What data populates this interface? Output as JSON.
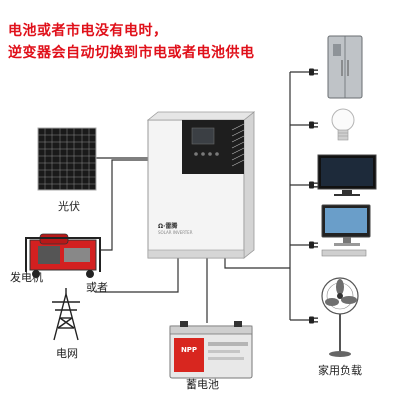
{
  "headline": {
    "line1": "电池或者市电没有电时，",
    "line2": "逆变器会自动切换到市电或者电池供电"
  },
  "labels": {
    "solar": "光伏",
    "generator": "发电机",
    "or": "或者",
    "grid": "电网",
    "battery": "蓄电池",
    "loads": "家用负载"
  },
  "inverter": {
    "brand": "Ω·雷腾",
    "subtext": "SOLAR INVERTER"
  },
  "battery_brand": "NPP",
  "colors": {
    "headline": "#e0101a",
    "wire": "#333333",
    "inverter_body": "#f4f4f4",
    "inverter_panel": "#1e1e1e",
    "battery_case": "#e8e8e8",
    "battery_label": "#d8261f",
    "generator": "#d32020"
  },
  "icons": [
    "solar-panel-icon",
    "generator-icon",
    "grid-tower-icon",
    "battery-icon",
    "refrigerator-icon",
    "bulb-icon",
    "tv-icon",
    "computer-icon",
    "fan-icon",
    "plug-icon"
  ]
}
